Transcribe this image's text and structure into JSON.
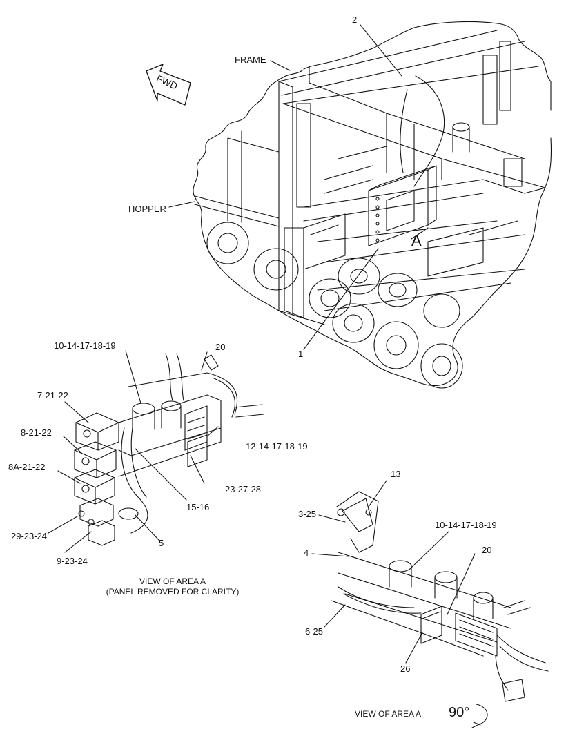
{
  "main_view": {
    "fwd_label": "FWD",
    "frame_label": "FRAME",
    "hopper_label": "HOPPER",
    "area_letter": "A",
    "callout_2": "2",
    "callout_1": "1"
  },
  "view_a_panel_removed": {
    "callouts": {
      "c_10_14_17_18_19": "10-14-17-18-19",
      "c_20": "20",
      "c_7_21_22": "7-21-22",
      "c_8_21_22": "8-21-22",
      "c_8a_21_22": "8A-21-22",
      "c_12_14_17_18_19": "12-14-17-18-19",
      "c_23_27_28": "23-27-28",
      "c_15_16": "15-16",
      "c_5": "5",
      "c_29_23_24": "29-23-24",
      "c_9_23_24": "9-23-24"
    },
    "caption_line1": "VIEW OF AREA A",
    "caption_line2": "(PANEL REMOVED FOR CLARITY)"
  },
  "view_a_rotated": {
    "callouts": {
      "c_13": "13",
      "c_3_25": "3-25",
      "c_10_14_17_18_19": "10-14-17-18-19",
      "c_20": "20",
      "c_4": "4",
      "c_6_25": "6-25",
      "c_26": "26"
    },
    "caption": "VIEW OF AREA A",
    "rotation": "90°"
  },
  "colors": {
    "line": "#111111",
    "background": "#ffffff"
  }
}
